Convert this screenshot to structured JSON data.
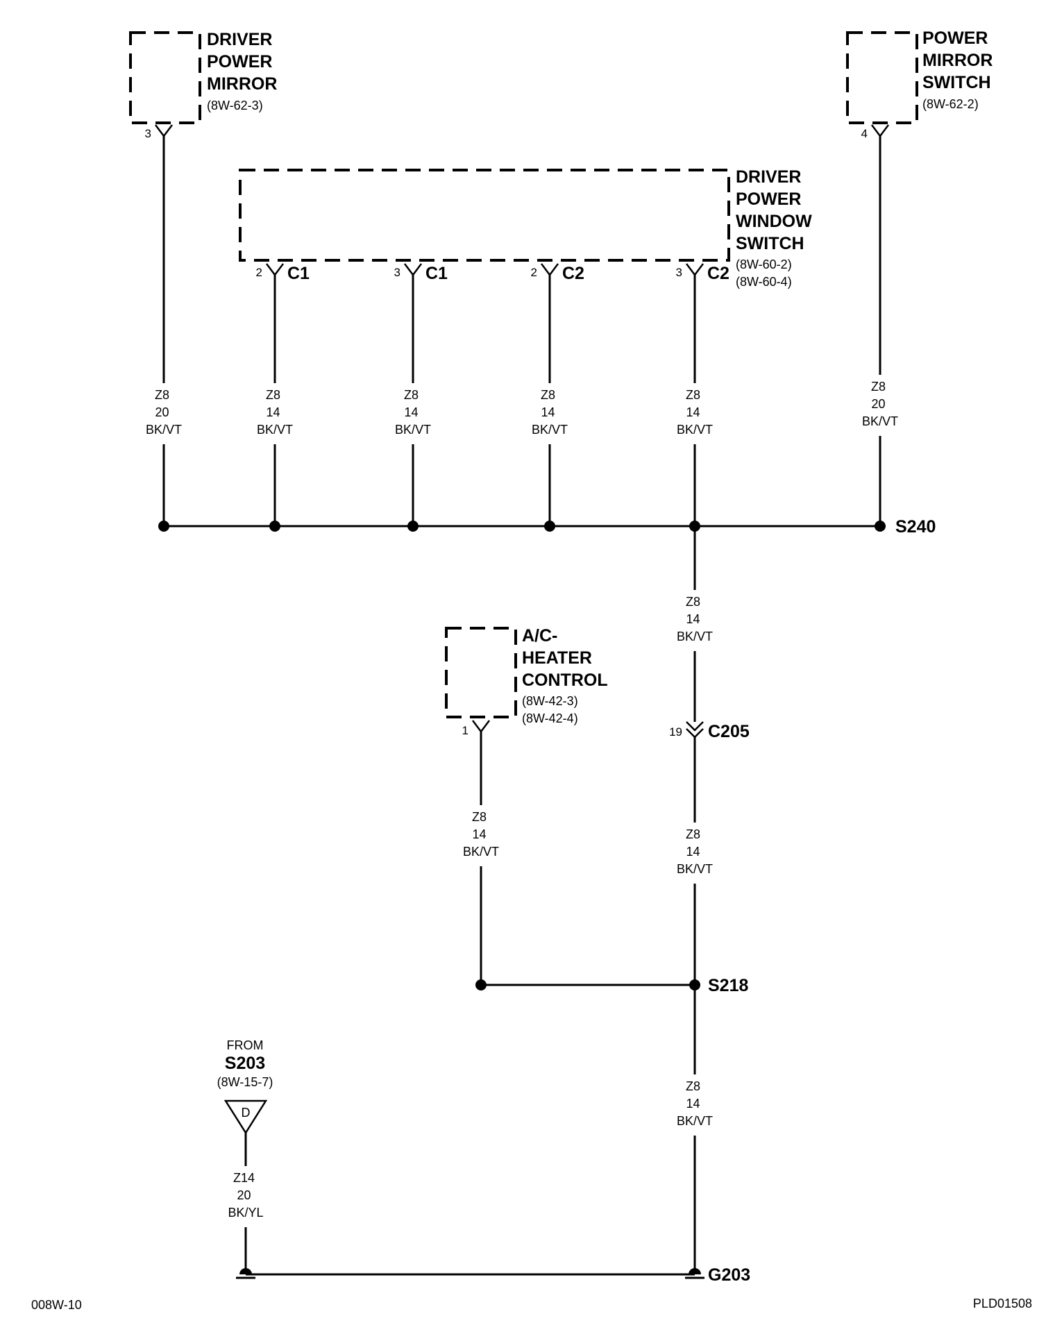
{
  "components": {
    "driver_power_mirror": {
      "lines": [
        "DRIVER",
        "POWER",
        "MIRROR"
      ],
      "ref": "(8W-62-3)",
      "pin": "3"
    },
    "power_mirror_switch": {
      "lines": [
        "POWER",
        "MIRROR",
        "SWITCH"
      ],
      "ref": "(8W-62-2)",
      "pin": "4"
    },
    "driver_power_window_switch": {
      "lines": [
        "DRIVER",
        "POWER",
        "WINDOW",
        "SWITCH"
      ],
      "refs": [
        "(8W-60-2)",
        "(8W-60-4)"
      ],
      "pins": [
        {
          "pin": "2",
          "connector": "C1"
        },
        {
          "pin": "3",
          "connector": "C1"
        },
        {
          "pin": "2",
          "connector": "C2"
        },
        {
          "pin": "3",
          "connector": "C2"
        }
      ]
    },
    "ac_heater_control": {
      "lines": [
        "A/C-",
        "HEATER",
        "CONTROL"
      ],
      "refs": [
        "(8W-42-3)",
        "(8W-42-4)"
      ],
      "pin": "1"
    }
  },
  "wires": {
    "mirror": [
      "Z8",
      "20",
      "BK/VT"
    ],
    "window_1": [
      "Z8",
      "14",
      "BK/VT"
    ],
    "window_2": [
      "Z8",
      "14",
      "BK/VT"
    ],
    "window_3": [
      "Z8",
      "14",
      "BK/VT"
    ],
    "window_4": [
      "Z8",
      "14",
      "BK/VT"
    ],
    "mirror_switch": [
      "Z8",
      "20",
      "BK/VT"
    ],
    "s240_to_c205": [
      "Z8",
      "14",
      "BK/VT"
    ],
    "c205_to_s218": [
      "Z8",
      "14",
      "BK/VT"
    ],
    "ac_heater": [
      "Z8",
      "14",
      "BK/VT"
    ],
    "s218_to_g203": [
      "Z8",
      "14",
      "BK/VT"
    ],
    "s203_feed": [
      "Z14",
      "20",
      "BK/YL"
    ]
  },
  "splices": {
    "s240": "S240",
    "s218": "S218"
  },
  "inline_connector": {
    "pin": "19",
    "name": "C205"
  },
  "ground": {
    "name": "G203"
  },
  "from_splice": {
    "from_label": "FROM",
    "name": "S203",
    "ref": "(8W-15-7)",
    "marker": "D"
  },
  "footer": {
    "left": "008W-10",
    "right": "PLD01508"
  }
}
